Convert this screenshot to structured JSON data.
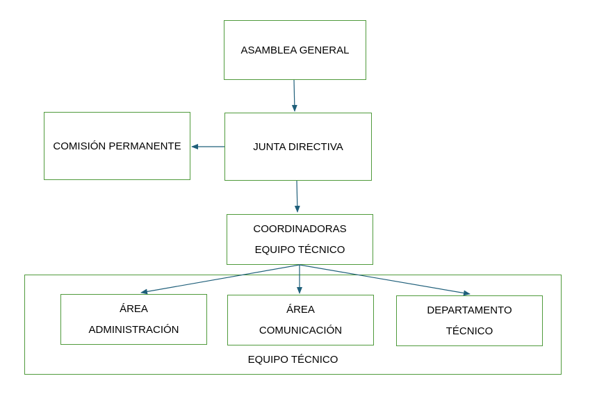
{
  "diagram": {
    "asamblea": "ASAMBLEA GENERAL",
    "junta": "JUNTA DIRECTIVA",
    "comision": "COMISIÓN PERMANENTE",
    "coordinadoras_line1": "COORDINADORAS",
    "coordinadoras_line2": "EQUIPO TÉCNICO",
    "area_admin_line1": "ÁREA",
    "area_admin_line2": "ADMINISTRACIÓN",
    "area_com_line1": "ÁREA",
    "area_com_line2": "COMUNICACIÓN",
    "depto_line1": "DEPARTAMENTO",
    "depto_line2": "TÉCNICO",
    "container_label": "EQUIPO TÉCNICO"
  },
  "colors": {
    "box_border": "#4f9a3b",
    "arrow": "#1f5f7a"
  }
}
